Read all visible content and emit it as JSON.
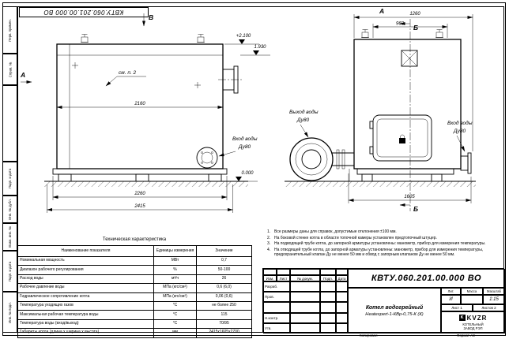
{
  "sheet": {
    "top_inverted_stamp": "КВТУ.060.201.00.000 ВО",
    "bottom_copied": "Копировал",
    "bottom_format": "Формат А3",
    "side_labels": [
      "Перв. примен.",
      "Справ. №",
      "Подп. и дата",
      "Инв. № дубл.",
      "Взам. инв. №",
      "Подп. и дата",
      "Инв. № подл."
    ]
  },
  "drawing": {
    "view_letter_top": "В",
    "view_letter_left": "А",
    "view_letter_side": "А",
    "section_letter_top": "Б",
    "section_letter_bottom": "Б",
    "callout_door": "см. п. 2",
    "outlet_label": "Выход воды",
    "outlet_dn": "Ду80",
    "inlet_front_label": "Вход воды",
    "inlet_front_dn": "Ду80",
    "inlet_side_label": "Вход воды",
    "inlet_side_dn": "Ду80",
    "level_top": "+2.100",
    "level_mid": "1.930",
    "level_zero": "0.000",
    "dim_front_inner": "2160",
    "dim_front_base": "2260",
    "dim_front_overall": "2415",
    "dim_side_overall": "1260",
    "dim_side_inner": "960",
    "dim_side_depth": "1605"
  },
  "tech_table": {
    "title": "Техническая характеристика",
    "col_name": "Наименование показателя",
    "col_units": "Единицы измерения",
    "col_value": "Значение",
    "rows": [
      {
        "name": "Номинальная мощность",
        "units": "МВт",
        "value": "0,7"
      },
      {
        "name": "Диапазон рабочего регулирования",
        "units": "%",
        "value": "50-100"
      },
      {
        "name": "Расход воды",
        "units": "м³/ч",
        "value": "26"
      },
      {
        "name": "Рабочее давление воды",
        "units": "МПа (кгс/см²)",
        "value": "0,6 (6,0)"
      },
      {
        "name": "Гидравлическое сопротивление котла",
        "units": "МПа (кгс/см²)",
        "value": "0,06 (0,6)"
      },
      {
        "name": "Температура уходящих газов",
        "units": "°С",
        "value": "не более 250"
      },
      {
        "name": "Максимальная рабочая температура воды",
        "units": "°С",
        "value": "115"
      },
      {
        "name": "Температура воды (вход/выход)",
        "units": "°С",
        "value": "70/95"
      },
      {
        "name": "Габариты котла (длина х ширина х высота)",
        "units": "мм",
        "value": "2415х1605х2700"
      }
    ]
  },
  "notes": [
    {
      "n": "1.",
      "text": "Все размеры даны для справок, допустимые отклонения ±100 мм."
    },
    {
      "n": "2.",
      "text": "На боковой стенке котла в области топочной камеры установлен предтопочный штуцер."
    },
    {
      "n": "3.",
      "text": "На подводящей трубе котла, до запорной арматуры установлены: манометр, прибор для измерения температуры."
    },
    {
      "n": "4.",
      "text": "На отводящей трубе котла, до запорной арматуры установлены: манометр, прибор для измерения температуры, предохранительный клапан Ду не менее 50 мм и обвод с запорным клапаном Ду не менее 50 мм."
    }
  ],
  "title_block": {
    "doc_number": "КВТУ.060.201.00.000 ВО",
    "product_line1": "Котел водогрейный",
    "product_line2": "Heatexpert-1-КВр-0,75-К (К)",
    "col_izm": "Изм.",
    "col_list": "Лист",
    "col_doc": "№ докум.",
    "col_sign": "Подп.",
    "col_date": "Дата",
    "row_developed": "Разраб.",
    "row_checked": "Пров.",
    "row_ncontrol": "Н.контр.",
    "row_approved": "Утв.",
    "lit_label": "Лит.",
    "lit_value": "И",
    "mass_label": "Масса",
    "scale_label": "Масштаб",
    "scale_value": "1:15",
    "sheet_cell": "Лист 1",
    "sheets_cell": "Листов 2",
    "logo_mark": "K",
    "logo_text": "KVZR",
    "company_line1": "КОТЕЛЬНЫЙ",
    "company_line2": "ЗАВОД РЭП"
  }
}
